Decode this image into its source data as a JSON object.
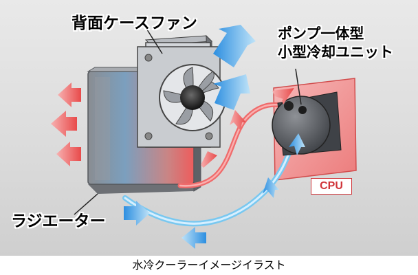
{
  "labels": {
    "rear_case_fan": "背面ケースファン",
    "pump_line1": "ポンプ一体型",
    "pump_line2": "小型冷却ユニット",
    "radiator": "ラジエーター",
    "cpu": "CPU"
  },
  "caption": "水冷クーラーイメージイラスト",
  "colors": {
    "hot_air": "#e84a4a",
    "cool_air": "#3fa3e6",
    "hot_tube": "#ef6b6b",
    "cool_tube": "#79c8f0",
    "cpu_border": "#d0353a"
  }
}
